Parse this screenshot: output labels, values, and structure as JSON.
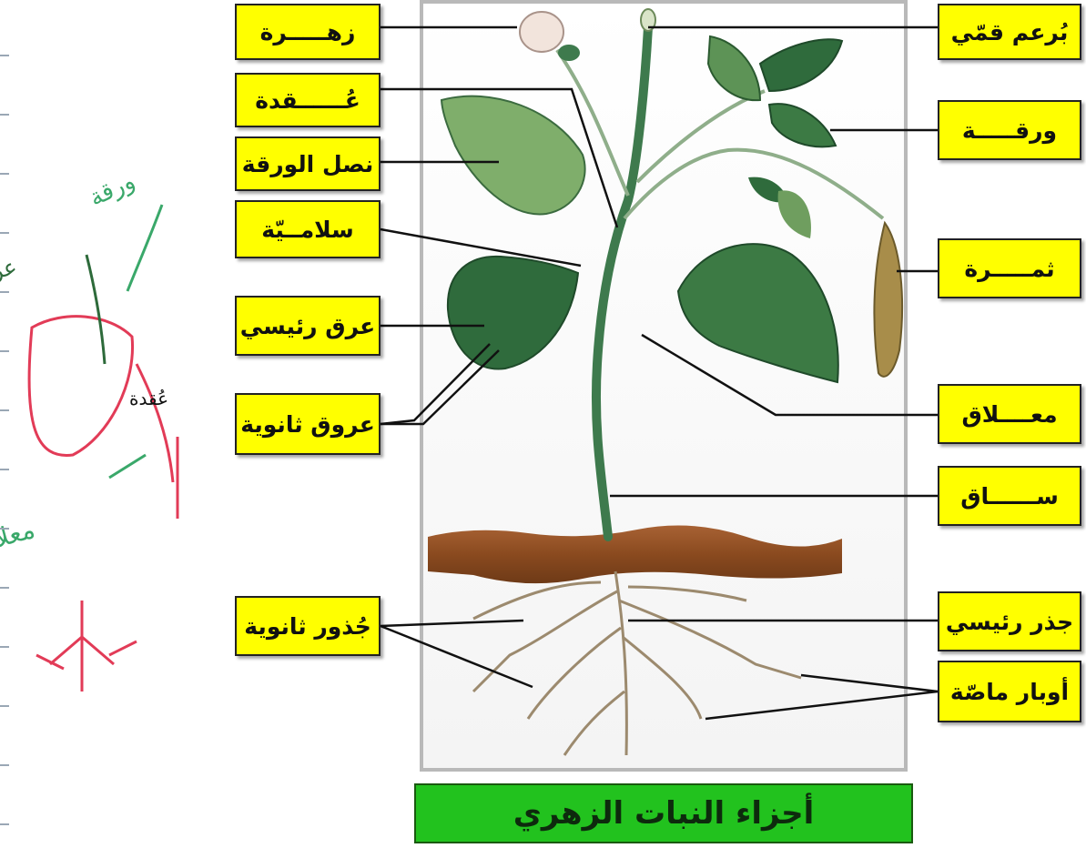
{
  "title": "أجزاء النبات الزهري",
  "labels_left": [
    {
      "id": "flower",
      "text": "زهـــــرة"
    },
    {
      "id": "node",
      "text": "عُــــــقدة"
    },
    {
      "id": "petiole",
      "text": "نصل الورقة"
    },
    {
      "id": "lamina",
      "text": "سلامــيّة"
    },
    {
      "id": "main-vein",
      "text": "عرق رئيسي"
    },
    {
      "id": "secondary-veins",
      "text": "عروق ثانوية"
    },
    {
      "id": "secondary-roots",
      "text": "جُذور ثانوية"
    }
  ],
  "labels_right": [
    {
      "id": "terminal-bud",
      "text": "بُرعم قمّي"
    },
    {
      "id": "leaf",
      "text": "ورقـــــة"
    },
    {
      "id": "fruit",
      "text": "ثمـــــرة"
    },
    {
      "id": "tendril",
      "text": "معــــلاق"
    },
    {
      "id": "stem",
      "text": "ســــــاق"
    },
    {
      "id": "main-root",
      "text": "جذر رئيسي"
    },
    {
      "id": "root-hairs",
      "text": "أوبار ماصّة"
    }
  ],
  "annotations": {
    "leaf": "ورقة",
    "veins": "عروق",
    "petiole_note": "معلاق",
    "node_note": "عُقدة"
  },
  "colors": {
    "label_bg": "#ffff00",
    "title_bg": "#22c21e",
    "leaf_dark": "#2f6b3c",
    "leaf_light": "#7fae6b",
    "soil": "#8a4f22",
    "root": "#9c8a6e"
  }
}
